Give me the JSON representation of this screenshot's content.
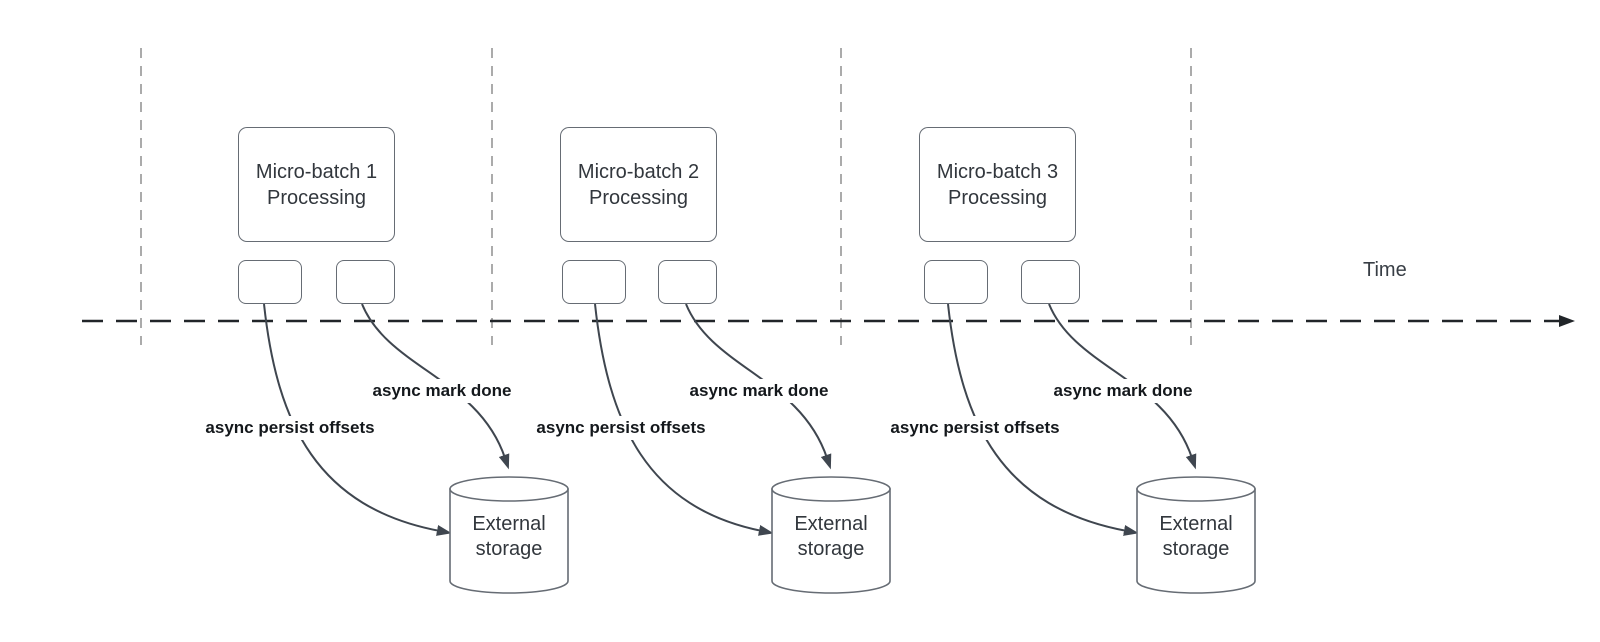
{
  "diagram": {
    "time_axis_label": "Time",
    "groups": [
      {
        "title_line1": "Micro-batch 1",
        "title_line2": "Processing",
        "persist_label": "async persist offsets",
        "done_label": "async mark done",
        "storage_line1": "External",
        "storage_line2": "storage"
      },
      {
        "title_line1": "Micro-batch 2",
        "title_line2": "Processing",
        "persist_label": "async persist offsets",
        "done_label": "async mark done",
        "storage_line1": "External",
        "storage_line2": "storage"
      },
      {
        "title_line1": "Micro-batch 3",
        "title_line2": "Processing",
        "persist_label": "async persist offsets",
        "done_label": "async mark done",
        "storage_line1": "External",
        "storage_line2": "storage"
      }
    ],
    "colors": {
      "shape_stroke": "#666c74",
      "curve_stroke": "#3f464f",
      "axis_stroke": "#212529",
      "lifeline_stroke": "#ababab",
      "box_text": "#32373d",
      "label_text": "#14181c"
    }
  }
}
